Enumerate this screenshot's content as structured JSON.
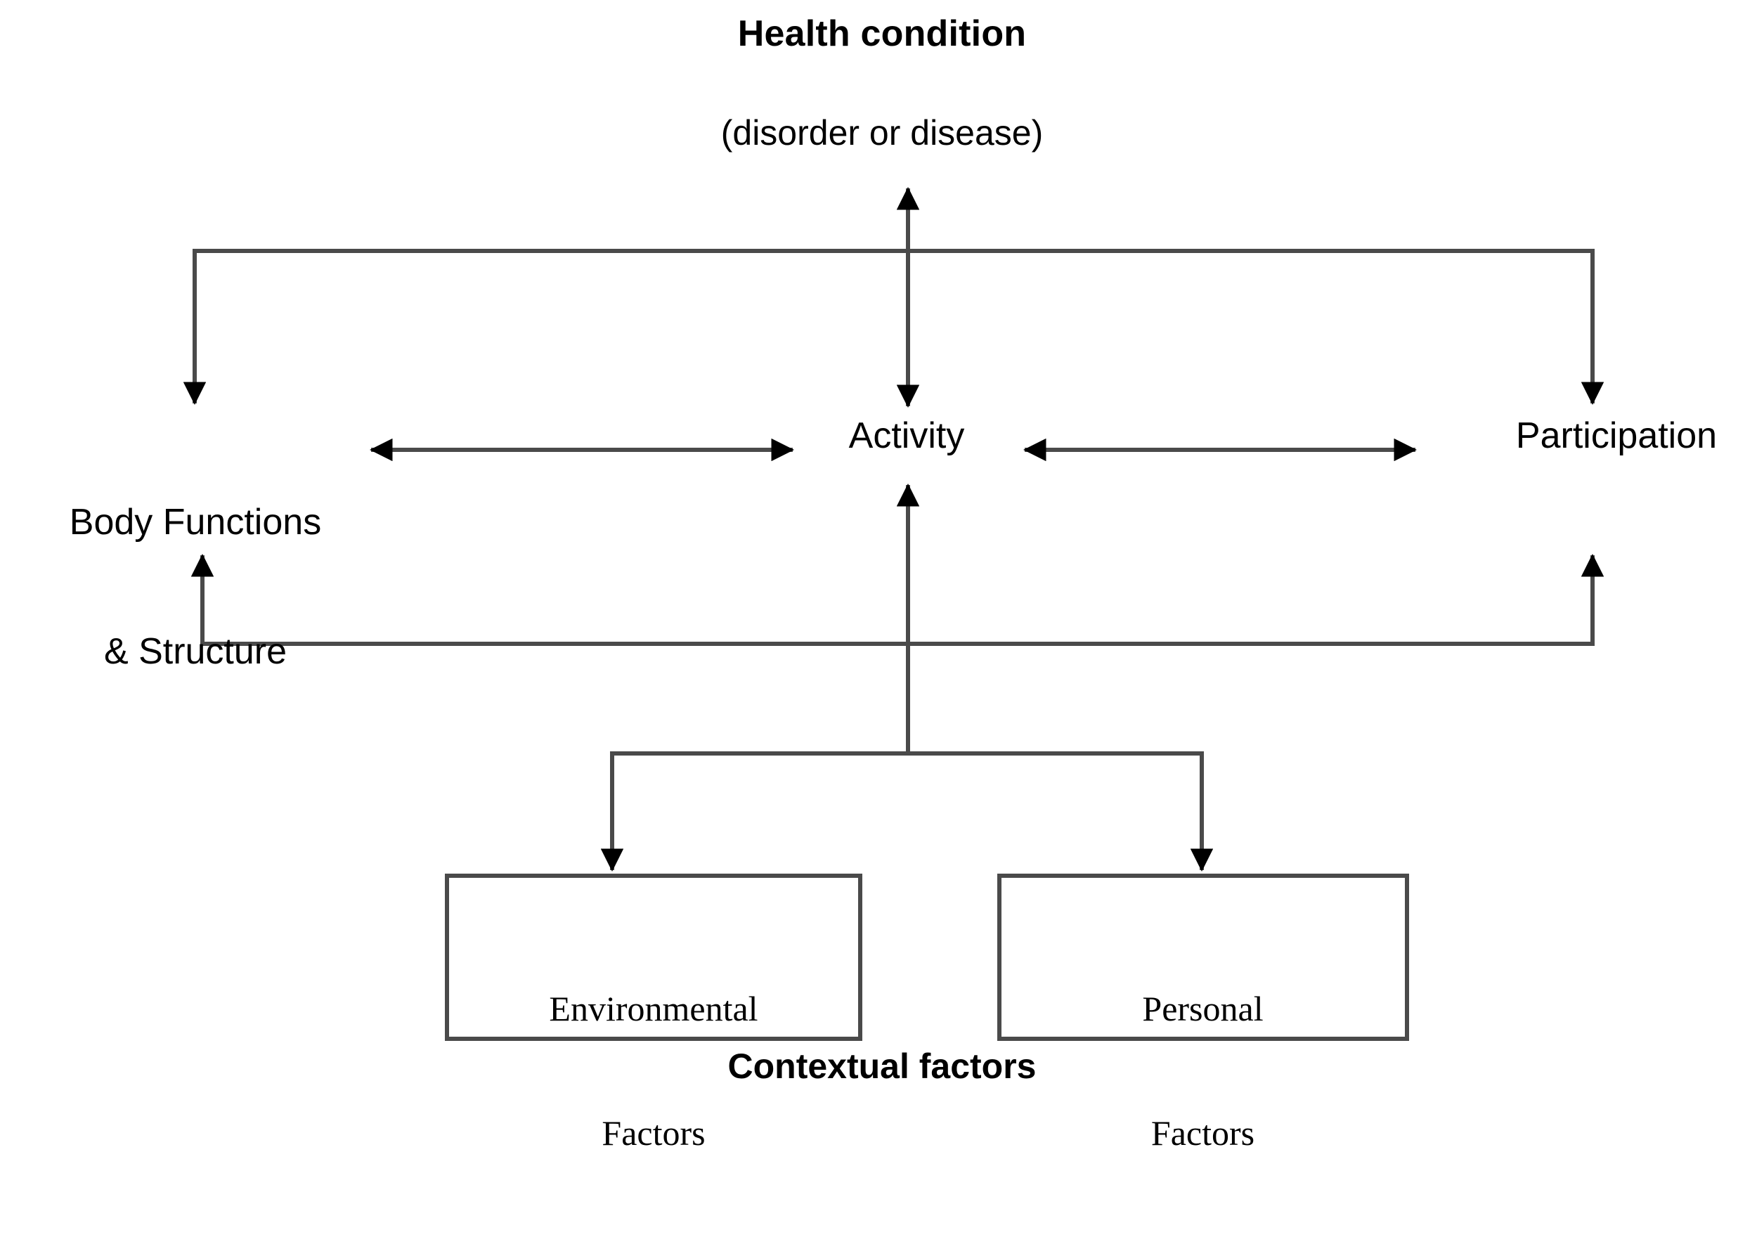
{
  "figure": {
    "title": "Health condition",
    "subtitle": "(disorder or disease)",
    "caption": "Contextual factors",
    "stroke_color": "#3f3f3f",
    "text_color": "#000000",
    "background_color": "#ffffff"
  },
  "nodes": {
    "health_condition": {
      "line1": "Health condition",
      "line2": "(disorder or disease)"
    },
    "body_functions": {
      "line1": "Body Functions",
      "line2": "& Structure",
      "full": "Body Functions & Structure"
    },
    "activity": {
      "label": "Activity"
    },
    "participation": {
      "label": "Participation"
    },
    "environmental_factors": {
      "line1": "Environmental",
      "line2": "Factors",
      "full": "Environmental Factors"
    },
    "personal_factors": {
      "line1": "Personal",
      "line2": "Factors",
      "full": "Personal Factors"
    },
    "contextual_factors": {
      "label": "Contextual factors"
    }
  },
  "connections": [
    {
      "from": "health_condition",
      "to": "activity",
      "type": "double-arrow",
      "orientation": "vertical"
    },
    {
      "from": "health_condition",
      "to": "body_functions",
      "type": "single-arrow",
      "orientation": "elbow-left"
    },
    {
      "from": "health_condition",
      "to": "participation",
      "type": "single-arrow",
      "orientation": "elbow-right"
    },
    {
      "from": "body_functions",
      "to": "activity",
      "type": "double-arrow",
      "orientation": "horizontal"
    },
    {
      "from": "activity",
      "to": "participation",
      "type": "double-arrow",
      "orientation": "horizontal"
    },
    {
      "from": "participation",
      "to": "body_functions",
      "type": "double-arrow",
      "orientation": "elbow-bottom"
    },
    {
      "from": "contextual_factors",
      "to": "activity",
      "type": "single-arrow",
      "orientation": "vertical"
    },
    {
      "from": "contextual_factors",
      "to": "environmental_factors",
      "type": "single-arrow",
      "orientation": "elbow-down-left"
    },
    {
      "from": "contextual_factors",
      "to": "personal_factors",
      "type": "single-arrow",
      "orientation": "elbow-down-right"
    }
  ]
}
